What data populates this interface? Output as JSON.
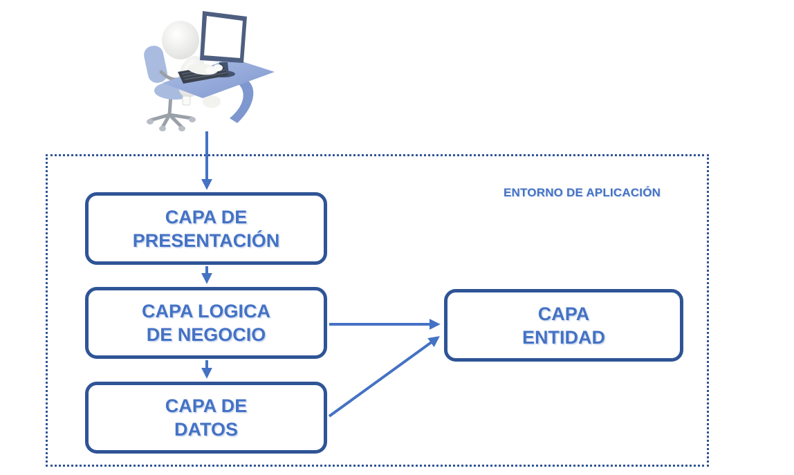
{
  "colors": {
    "background": "#ffffff",
    "box_border": "#2f5496",
    "box_fill": "#ffffff",
    "label_text": "#4472c4",
    "arrow": "#4472c4",
    "container_border": "#2f5496"
  },
  "icons": {
    "user_workstation": "person-at-computer-icon"
  },
  "container": {
    "label": "ENTORNO DE APLICACIÓN"
  },
  "boxes": [
    {
      "id": "capa-presentacion",
      "line1": "CAPA DE",
      "line2": "PRESENTACIÓN"
    },
    {
      "id": "capa-logica",
      "line1": "CAPA LOGICA",
      "line2": "DE NEGOCIO"
    },
    {
      "id": "capa-datos",
      "line1": "CAPA DE",
      "line2": "DATOS"
    },
    {
      "id": "capa-entidad",
      "line1": "CAPA",
      "line2": "ENTIDAD"
    }
  ],
  "connections": [
    {
      "from": "usuario",
      "to": "capa-presentacion"
    },
    {
      "from": "capa-presentacion",
      "to": "capa-logica"
    },
    {
      "from": "capa-logica",
      "to": "capa-datos"
    },
    {
      "from": "capa-logica",
      "to": "capa-entidad"
    },
    {
      "from": "capa-datos",
      "to": "capa-entidad"
    }
  ]
}
